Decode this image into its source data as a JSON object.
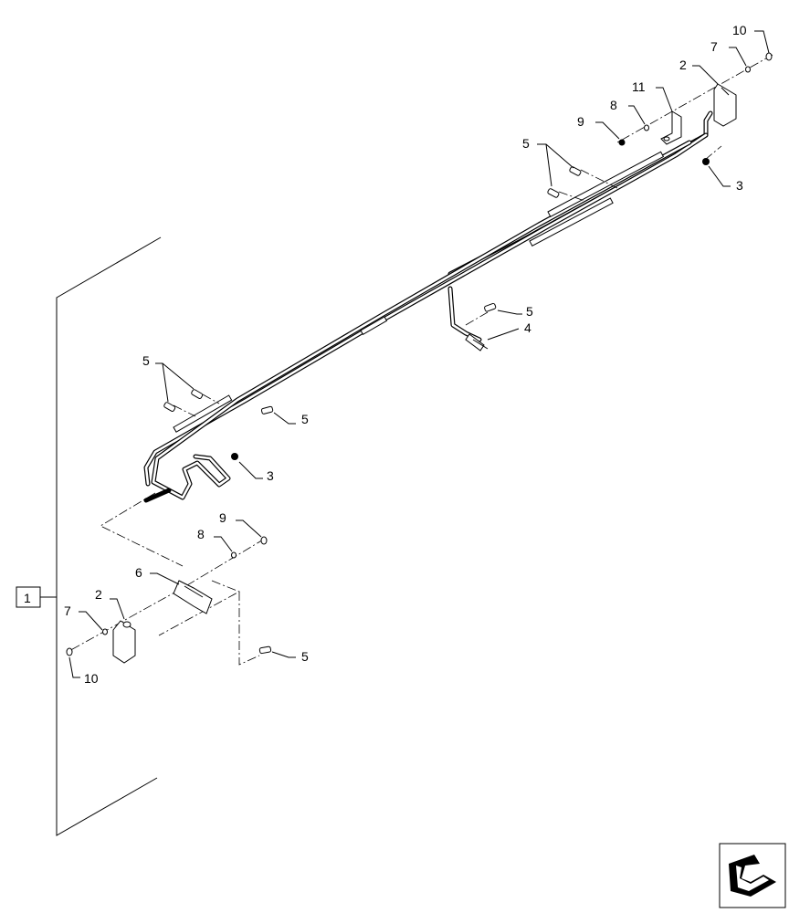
{
  "diagram": {
    "callouts": {
      "ref_1": "1",
      "lamp_top": "2",
      "lamp_bottom": "2",
      "plug_top": "3",
      "plug_mid": "3",
      "connector": "4",
      "clip_top_a": "5",
      "clip_right_mid": "5",
      "clip_left_a": "5",
      "clip_left_b": "5",
      "clip_bottom": "5",
      "bracket_bottom": "6",
      "washer_top": "7",
      "washer_bottom": "7",
      "washer8_top": "8",
      "washer8_bottom": "8",
      "nut_top": "9",
      "nut_bottom": "9",
      "bolt_top": "10",
      "bolt_bottom": "10",
      "bracket_top": "11"
    },
    "nav_icon": "next-page-arrow-icon"
  }
}
